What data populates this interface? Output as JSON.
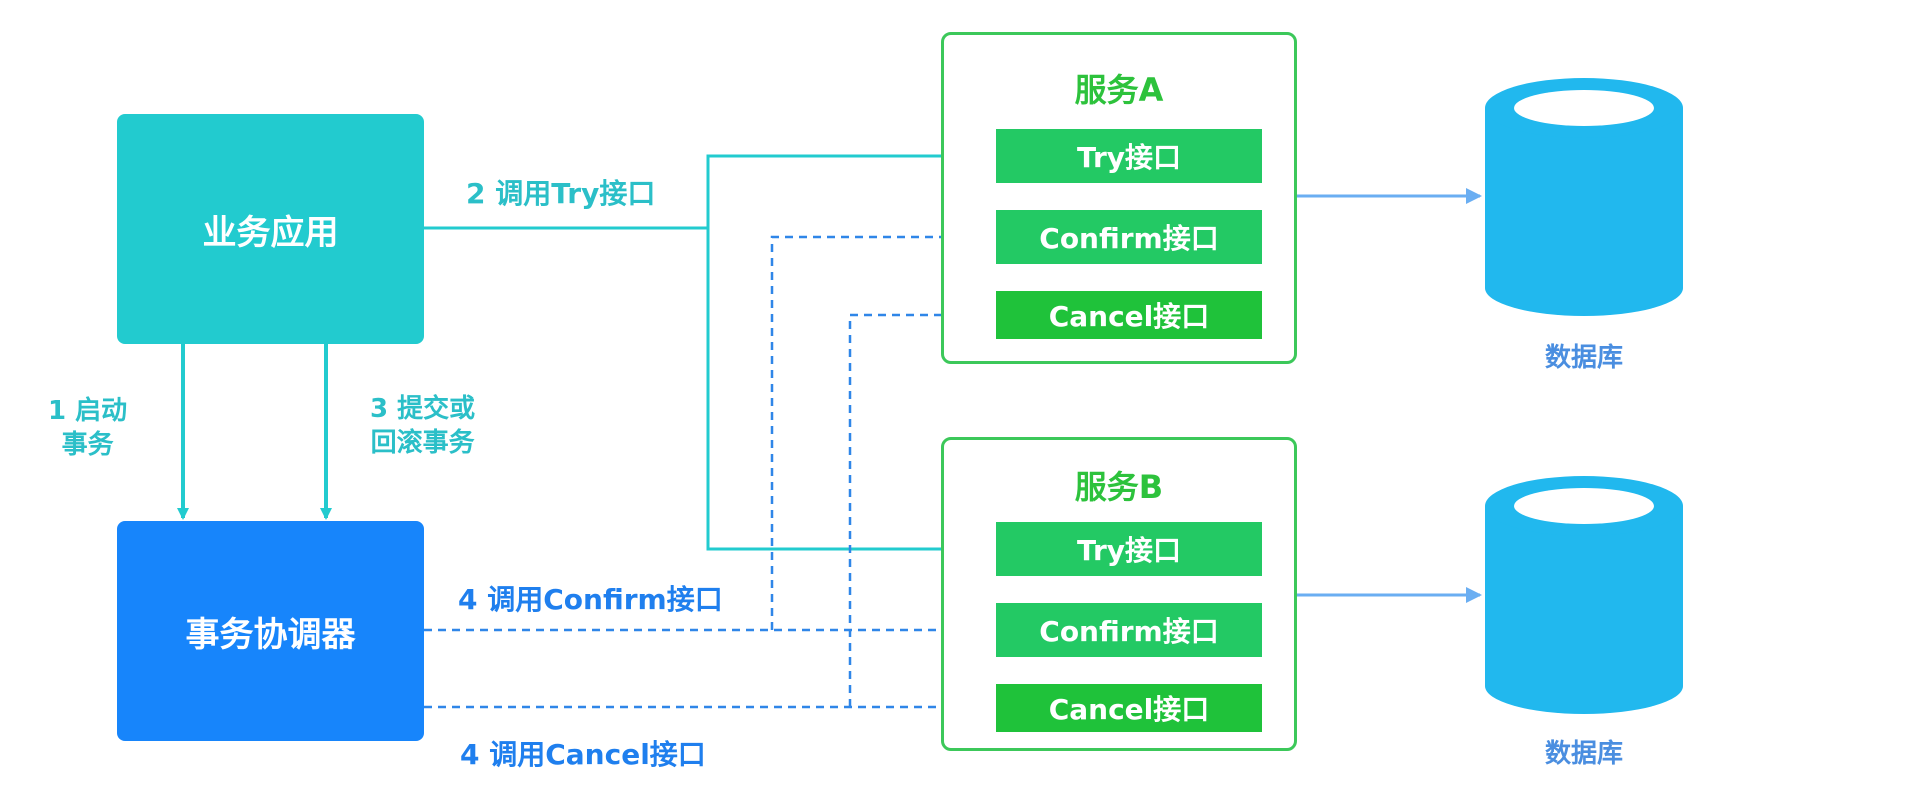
{
  "nodes": {
    "app": "业务应用",
    "coordinator": "事务协调器"
  },
  "labels": {
    "call_try": "2 调用Try接口",
    "start_tx_line1": "1 启动",
    "start_tx_line2": "事务",
    "commit_line1": "3 提交或",
    "commit_line2": "回滚事务",
    "call_confirm": "4 调用Confirm接口",
    "call_cancel": "4 调用Cancel接口"
  },
  "services": [
    {
      "title": "服务A",
      "interfaces": [
        "Try接口",
        "Confirm接口",
        "Cancel接口"
      ]
    },
    {
      "title": "服务B",
      "interfaces": [
        "Try接口",
        "Confirm接口",
        "Cancel接口"
      ]
    }
  ],
  "databases": [
    {
      "label": "数据库"
    },
    {
      "label": "数据库"
    }
  ],
  "colors": {
    "teal": "#22cbcf",
    "blue": "#1785fb",
    "green": "#3cc85a",
    "dashed": "#2f86e8",
    "db": "#21b8ee",
    "db_arrow": "#6aaef2"
  }
}
